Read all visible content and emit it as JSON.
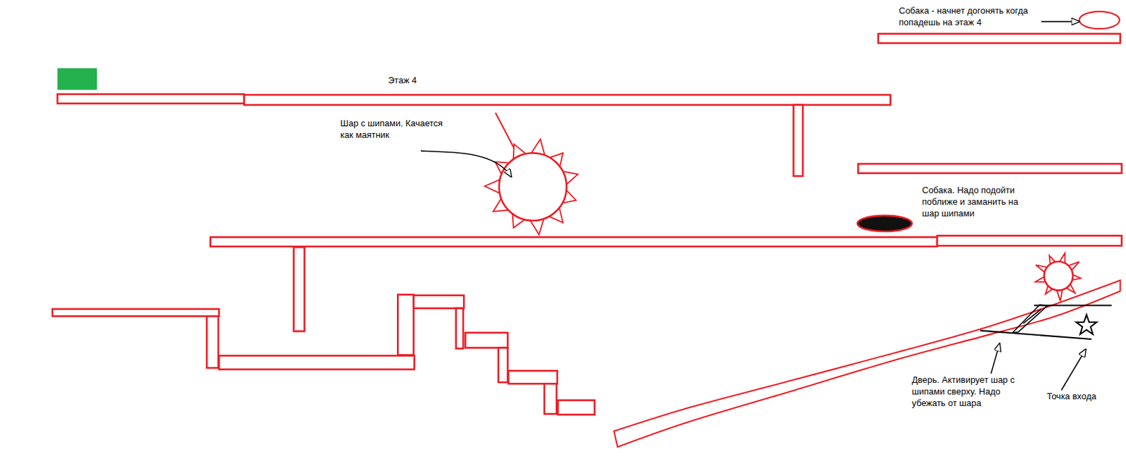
{
  "diagram": {
    "labels": [
      "Собака - начнет догонять когда попадешь на этаж 4",
      "Этаж 4",
      "Шар с шипами. Качается как маятник",
      "Собака. Надо подойти поближе и заманить на шар шипами",
      "Дверь. Активирует шар с шипами сверху. Надо убежать от шара",
      "Точка входа"
    ]
  }
}
